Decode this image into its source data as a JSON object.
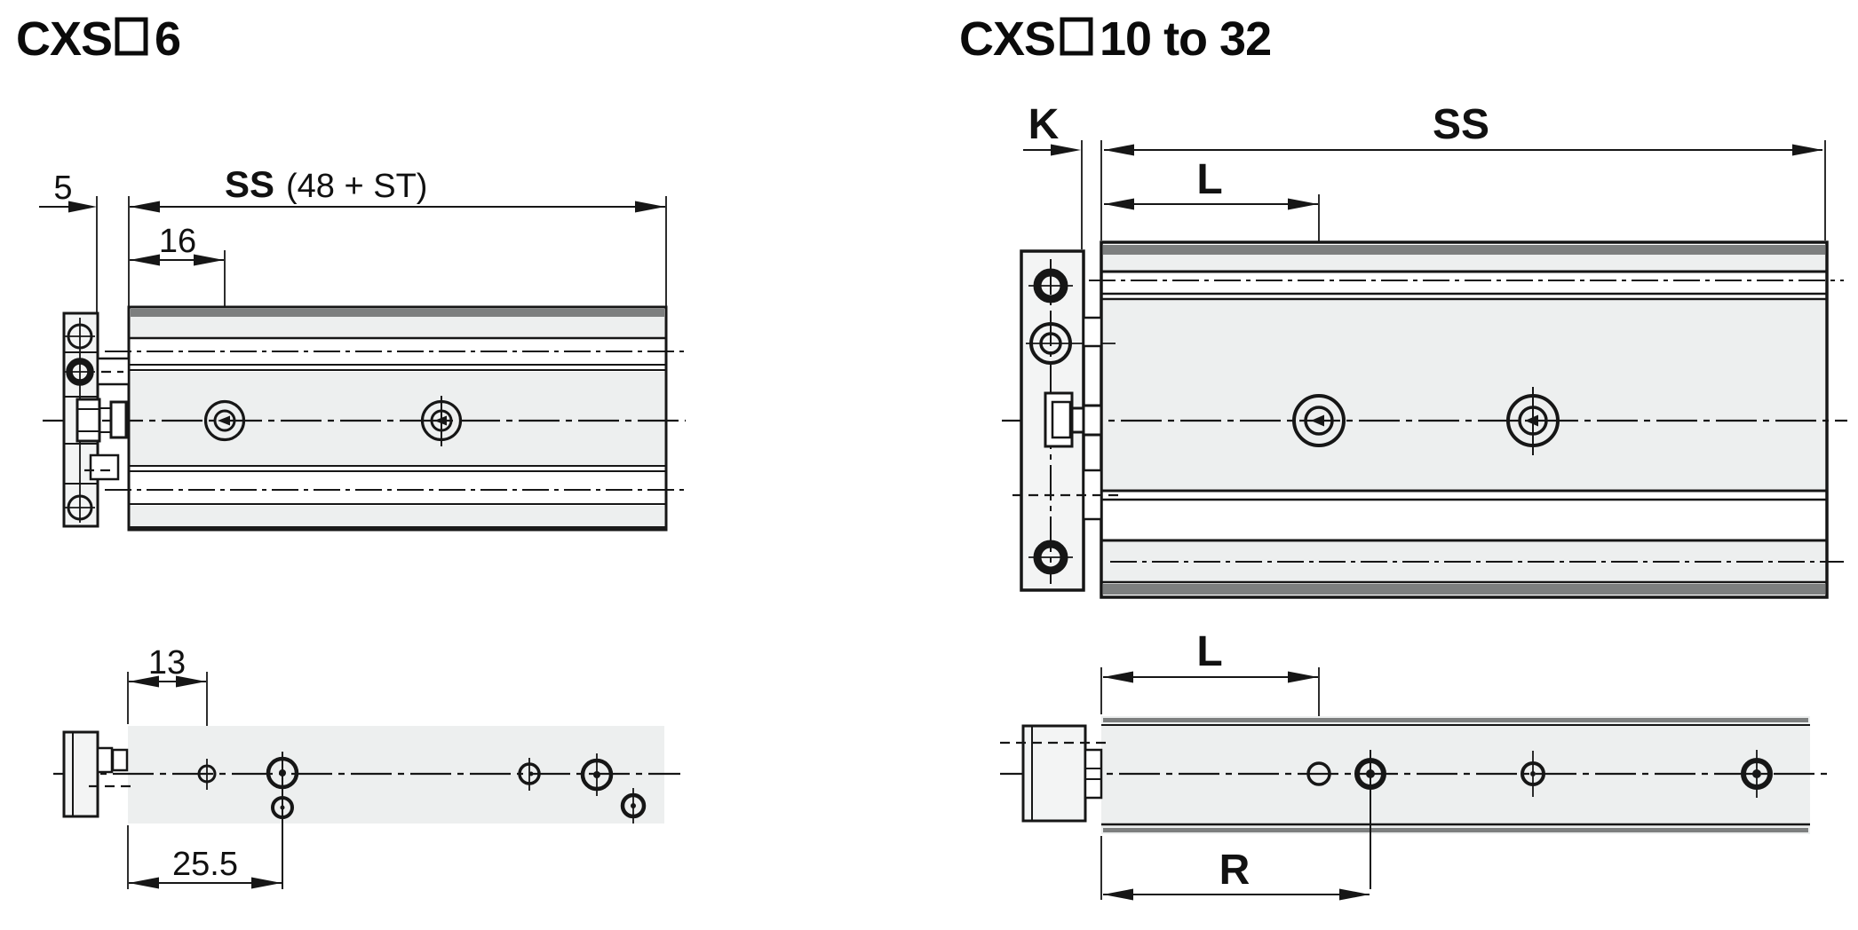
{
  "figures": {
    "left": {
      "title": {
        "series": "CXS",
        "bore": "6"
      },
      "side_view": {
        "dim_offset": "5",
        "dim_stroke": "SS",
        "dim_stroke_note": "(48 + ST)",
        "dim_first_hole": "16"
      },
      "plan_view": {
        "dim_first_hole": "13",
        "dim_second_hole": "25.5"
      }
    },
    "right": {
      "title": {
        "series": "CXS",
        "bore": "10 to 32"
      },
      "side_view": {
        "dim_k": "K",
        "dim_stroke": "SS",
        "dim_l": "L"
      },
      "plan_view": {
        "dim_l": "L",
        "dim_r": "R"
      }
    }
  }
}
